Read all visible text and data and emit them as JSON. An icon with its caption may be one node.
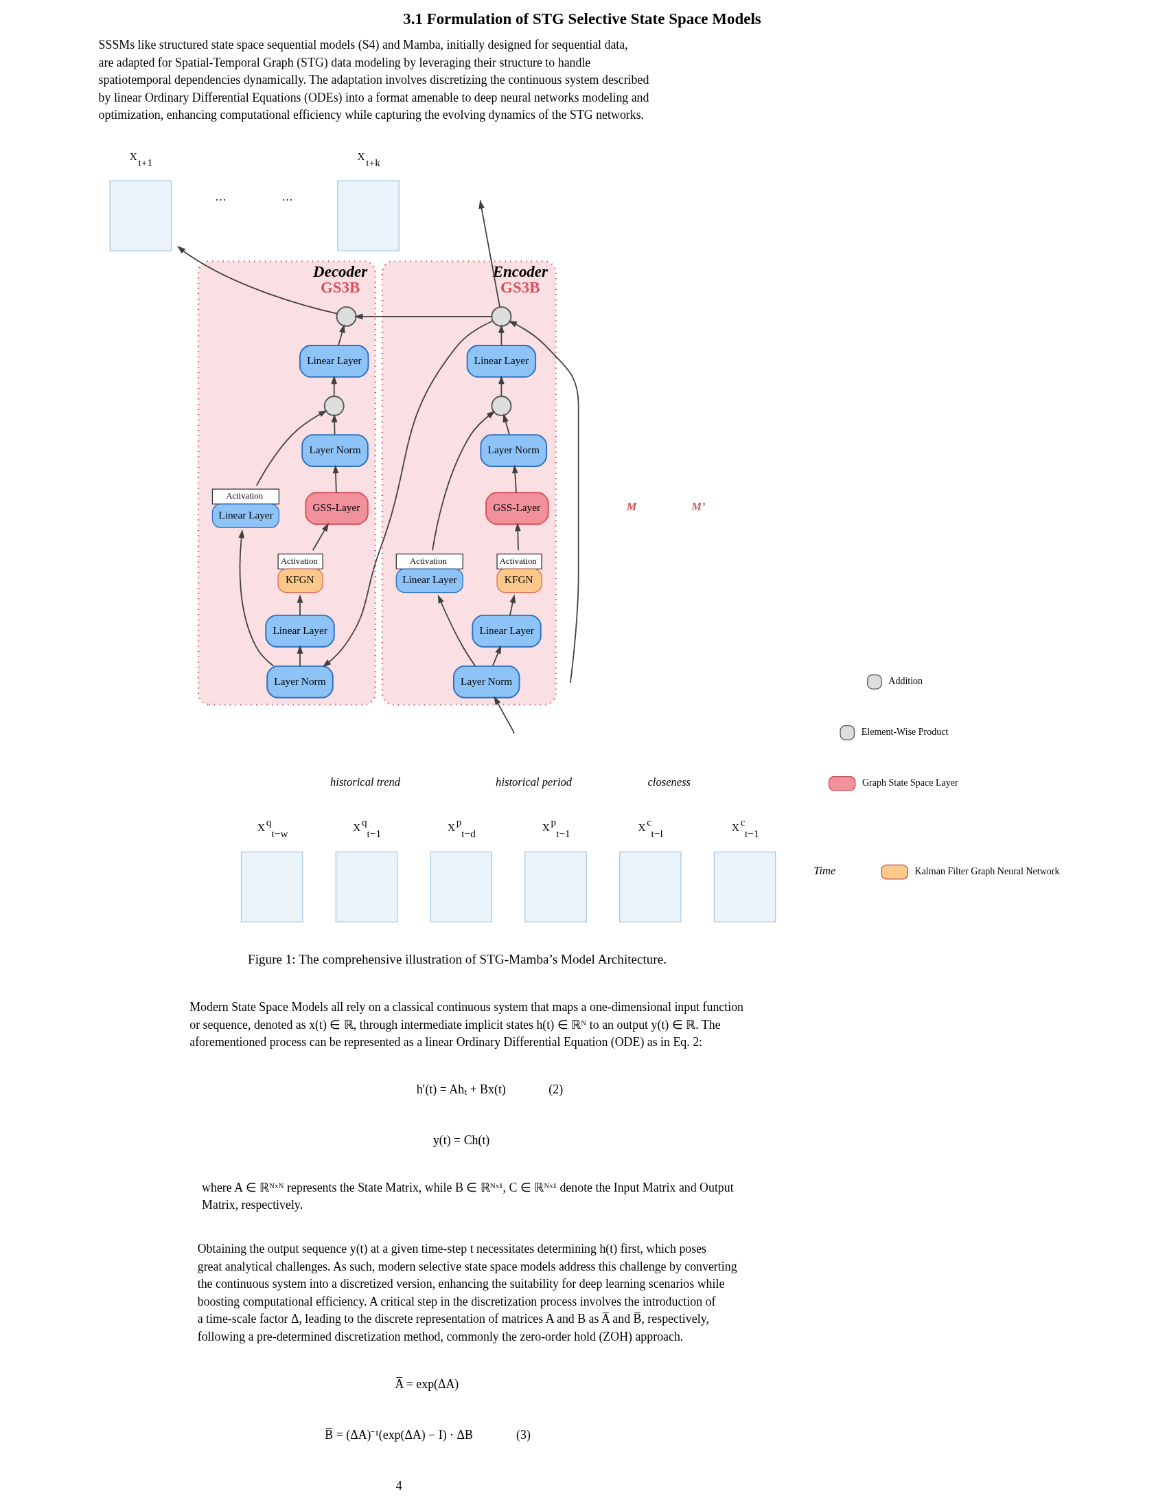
{
  "diagram": {
    "title": "3.1 Formulation of STG Selective State Space Models",
    "caption": "Figure 1: The comprehensive illustration of STG-Mamba’s Model Architecture.",
    "nodes": [
      {
        "text": [
          "Encoder",
          "GS3B"
        ]
      },
      {
        "text": [],
        "shape": "circle",
        "in": 0
      },
      {
        "text": [
          "Linear Layer"
        ],
        "in": 0
      },
      {
        "text": [],
        "shape": "circle",
        "in": 0
      },
      {
        "text": [
          "Layer Norm"
        ],
        "in": 0
      },
      {
        "text": [
          "GSS-Layer"
        ],
        "in": 0
      },
      {
        "text": [
          "Activation",
          "KFGN"
        ],
        "in": 0
      },
      {
        "text": [
          "Activation",
          "Linear Layer"
        ],
        "in": 0
      },
      {
        "text": [
          "Linear Layer"
        ],
        "in": 0
      },
      {
        "text": [
          "Layer Norm"
        ],
        "in": 0
      },
      {
        "text": [
          "Decoder",
          "GS3B"
        ]
      },
      {
        "text": [],
        "shape": "circle",
        "in": 10
      },
      {
        "text": [
          "Linear Layer"
        ],
        "in": 10
      },
      {
        "text": [],
        "shape": "circle",
        "in": 10
      },
      {
        "text": [
          "Layer Norm"
        ],
        "in": 10
      },
      {
        "text": [
          "GSS-Layer"
        ],
        "in": 10
      },
      {
        "text": [
          "Activation",
          "KFGN"
        ],
        "in": 10
      },
      {
        "text": [
          "Activation",
          "Linear Layer"
        ],
        "in": 10
      },
      {
        "text": [
          "Linear Layer"
        ],
        "in": 10
      },
      {
        "text": [
          "Layer Norm"
        ],
        "in": 10
      },
      {
        "text": [
          "X$^{q}$$_{t−w}$"
        ]
      },
      {
        "text": [
          "X$^{q}$$_{t−1}$"
        ]
      },
      {
        "text": [
          "X$^{p}$$_{t−d}$"
        ]
      },
      {
        "text": [
          "X$^{p}$$_{t−1}$"
        ]
      },
      {
        "text": [
          "X$^{c}$$_{t−l}$"
        ]
      },
      {
        "text": [
          "X$^{c}$$_{t−1}$"
        ]
      },
      {
        "text": [
          "X$_{t+1}$"
        ]
      },
      {
        "text": [
          "X$_{t+k}$"
        ]
      }
    ],
    "edges": [
      {
        "from": null,
        "to": 9,
        "arrow": "to"
      },
      {
        "from": null,
        "to": 1,
        "arrow": "to"
      },
      {
        "from": 9,
        "to": 8,
        "arrow": "to"
      },
      {
        "from": 9,
        "to": 7,
        "arrow": "to"
      },
      {
        "from": 8,
        "to": 6,
        "arrow": "to"
      },
      {
        "from": 6,
        "to": 5,
        "arrow": "to"
      },
      {
        "from": 5,
        "to": 4,
        "arrow": "to"
      },
      {
        "from": 4,
        "to": 3,
        "arrow": "to"
      },
      {
        "from": 7,
        "to": 3,
        "arrow": "to"
      },
      {
        "from": 3,
        "to": 2,
        "arrow": "to"
      },
      {
        "from": 2,
        "to": 1,
        "arrow": "to"
      },
      {
        "from": 1,
        "to": null,
        "arrow": "to"
      },
      {
        "from": 1,
        "to": 19,
        "arrow": "to"
      },
      {
        "from": 1,
        "to": 11,
        "arrow": "to"
      },
      {
        "from": 19,
        "to": 18,
        "arrow": "to"
      },
      {
        "from": 19,
        "to": 17,
        "arrow": "to"
      },
      {
        "from": 18,
        "to": 16,
        "arrow": "to"
      },
      {
        "from": 16,
        "to": 15,
        "arrow": "to"
      },
      {
        "from": 15,
        "to": 14,
        "arrow": "to"
      },
      {
        "from": 14,
        "to": 13,
        "arrow": "to"
      },
      {
        "from": 17,
        "to": 13,
        "arrow": "to"
      },
      {
        "from": 13,
        "to": 12,
        "arrow": "to"
      },
      {
        "from": 12,
        "to": 11,
        "arrow": "to"
      },
      {
        "from": 11,
        "to": 26,
        "arrow": "to"
      }
    ],
    "labels": [
      "SSSMs like structured state space sequential models (S4) and Mamba, initially designed for sequential data, are adapted for Spatial-Temporal Graph (STG) data modeling by leveraging their structure to handle spatiotemporal dependencies dynamically. The adaptation involves discretizing the continuous system described by linear Ordinary Differential Equations (ODEs) into a format amenable to deep neural networks modeling and optimization, enhancing computational efficiency while capturing the evolving dynamics of the STG networks.",
      "···",
      "···",
      "M",
      "M’",
      "historical trend",
      "historical period",
      "closeness",
      "Time",
      "Modern State Space Models all rely on a classical continuous system that maps a one-dimensional input function or sequence, denoted as x(t) ∈ ℝ, through intermediate implicit states h(t) ∈ ℝᴺ to an output y(t) ∈ ℝ. The aforementioned process can be represented as a linear Ordinary Differential Equation (ODE) as in Eq. 2:",
      "h′(t) = Ahₜ + Bx(t)",
      "y(t) = Ch(t)",
      "(2)",
      "where A ∈ ℝᴺˣᴺ represents the State Matrix, while B ∈ ℝᴺˣ¹, C ∈ ℝᴺˣ¹ denote the Input Matrix and Output Matrix, respectively.",
      "Obtaining the output sequence y(t) at a given time-step t necessitates determining h(t) first, which poses great analytical challenges. As such, modern selective state space models address this challenge by converting the continuous system into a discretized version, enhancing the suitability for deep learning scenarios while boosting computational efficiency. A critical step in the discretization process involves the introduction of a time-scale factor Δ, leading to the discrete representation of matrices A and B as A̅ and B̅, respectively, following a pre-determined discretization method, commonly the zero-order hold (ZOH) approach.",
      "A̅ = exp(ΔA)",
      "B̅ = (ΔA)⁻¹(exp(ΔA) − I) · ΔB",
      "(3)",
      "4"
    ],
    "legend": [
      {
        "text": "Addition"
      },
      {
        "text": "Element-Wise Product"
      },
      {
        "text": "Graph State Space Layer",
        "color": "#f0919b"
      },
      {
        "text": "Kalman Filter Graph Neural Network",
        "color": "#fdc98b"
      }
    ]
  }
}
